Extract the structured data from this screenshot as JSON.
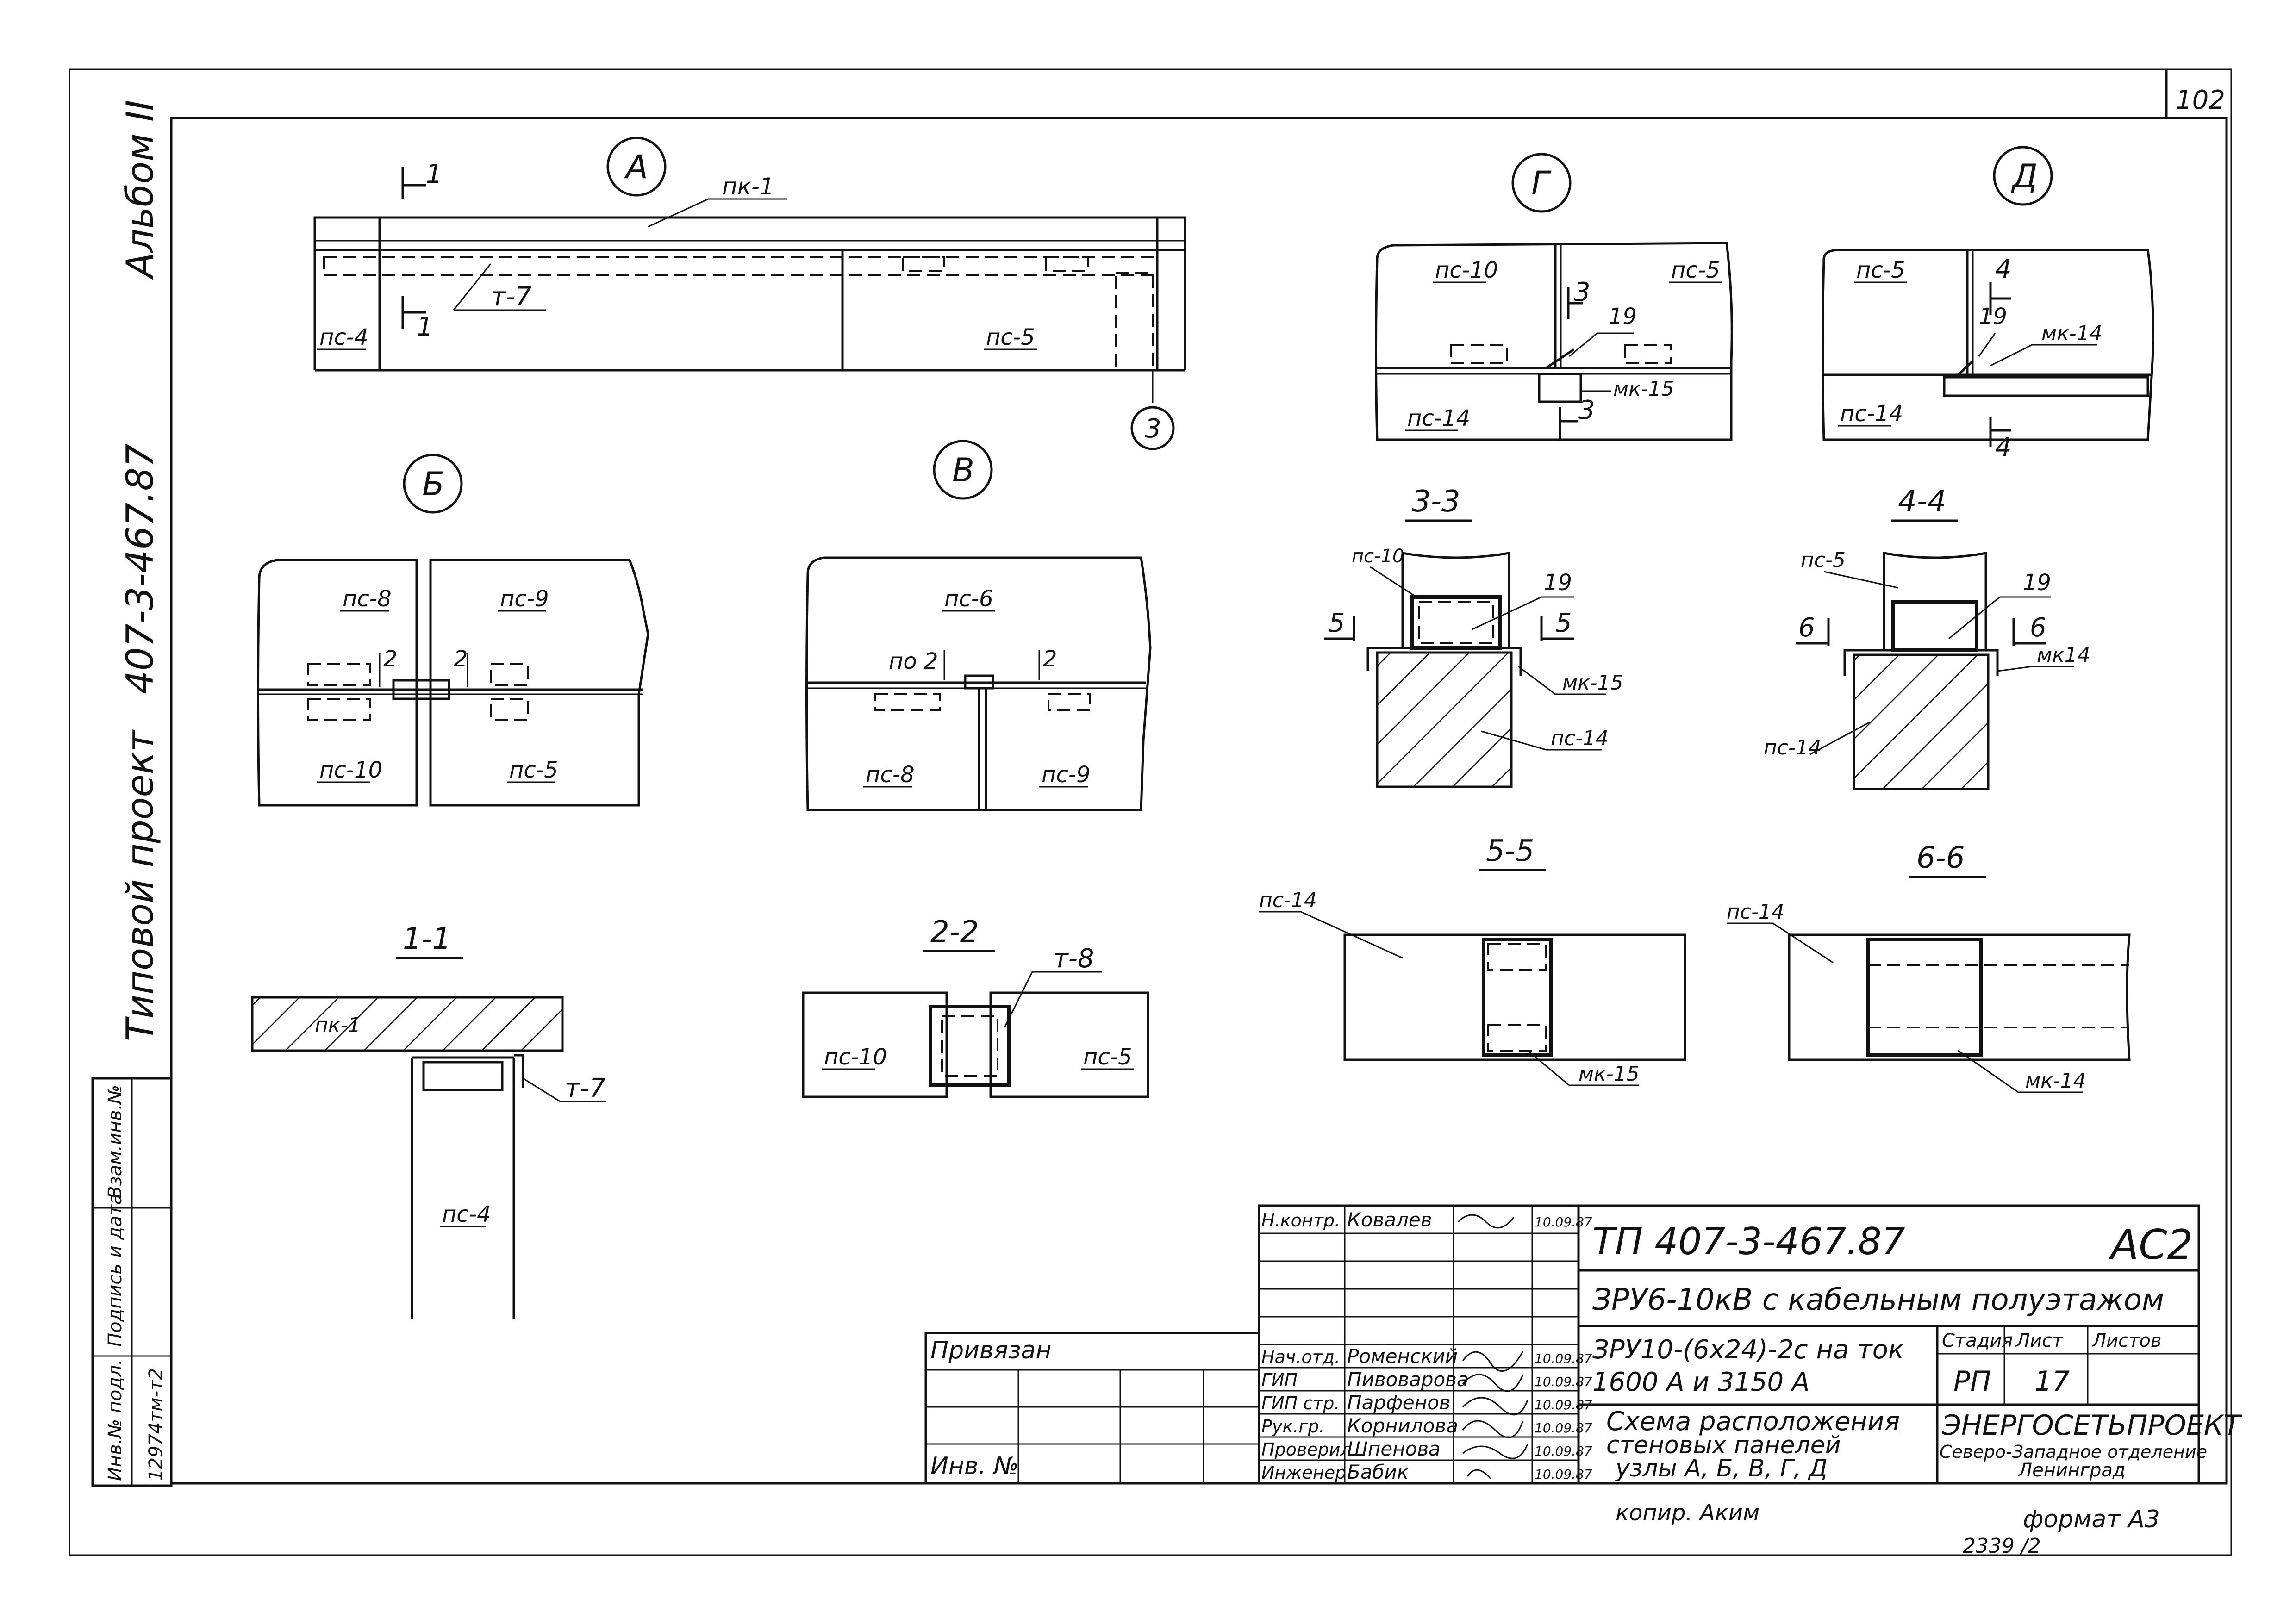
{
  "sheet_number": "102",
  "side_strip": {
    "album": "Альбом II",
    "project_code": "407-3-467.87",
    "project_type": "Типовой проект",
    "labels": [
      "Инв.№ подл.",
      "Подпись и дата",
      "Взам.инв.№"
    ],
    "inventory_value": "12974тм-т2"
  },
  "nodes": {
    "A": {
      "mark": "А",
      "pk": "пк-1",
      "t": "т-7",
      "left": "пс-4",
      "right": "пс-5",
      "cut1_top": "1",
      "cut1_bot": "1",
      "callout": "3"
    },
    "B": {
      "mark": "Б",
      "tl": "пс-8",
      "tr": "пс-9",
      "bl": "пс-10",
      "br": "пс-5",
      "c1": "2",
      "c2": "2"
    },
    "V": {
      "mark": "В",
      "top": "пс-6",
      "bl": "пс-8",
      "br": "пс-9",
      "c1": "по 2",
      "c2": "2"
    },
    "G": {
      "mark": "Г",
      "tl": "пс-10",
      "tr": "пс-5",
      "bl": "пс-14",
      "mk": "мк-15",
      "p": "19",
      "s1": "3",
      "s2": "3"
    },
    "D": {
      "mark": "Д",
      "tl": "пс-5",
      "bl": "пс-14",
      "mk": "мк-14",
      "p": "19",
      "s1": "4",
      "s2": "4"
    }
  },
  "sections": {
    "s11": {
      "title": "1-1",
      "pk": "пк-1",
      "t": "т-7",
      "ps": "пс-4"
    },
    "s22": {
      "title": "2-2",
      "left": "пс-10",
      "right": "пс-5",
      "t": "т-8"
    },
    "s33": {
      "title": "3-3",
      "top": "пс-10",
      "p": "19",
      "mk": "мк-15",
      "bottom": "пс-14",
      "cut": "5",
      "cut2": "5"
    },
    "s44": {
      "title": "4-4",
      "top": "пс-5",
      "p": "19",
      "mk": "мк14",
      "bottom": "пс-14",
      "cut": "6",
      "cut2": "6"
    },
    "s55": {
      "title": "5-5",
      "ps": "пс-14",
      "mk": "мк-15"
    },
    "s66": {
      "title": "6-6",
      "ps": "пс-14",
      "mk": "мк-14"
    }
  },
  "title_block": {
    "doc_code": "ТП     407-3-467.87",
    "sheet_code": "АС2",
    "object": "ЗРУ6-10кВ   с кабельным  полуэтажом",
    "equipment_1": "ЗРУ10-(6x24)-2с на ток",
    "equipment_2": "1600 А   и  3150 А",
    "drawing_title_1": "Схема   расположения",
    "drawing_title_2": "стеновых  панелей",
    "drawing_title_3": "узлы А, Б, В, Г, Д",
    "stage_label": "Стадия",
    "sheet_label": "Лист",
    "sheets_label": "Листов",
    "stage": "РП",
    "sheet": "17",
    "org_1": "ЭНЕРГОСЕТЬПРОЕКТ",
    "org_2": "Северо-Западное отделение",
    "org_3": "Ленинград",
    "privyazan": "Привязан",
    "inv_no": "Инв. №",
    "roles": [
      "Н.контр.",
      "Нач.отд.",
      "ГИП",
      "ГИП стр.",
      "Рук.гр.",
      "Проверил",
      "Инженер"
    ],
    "names": [
      "Ковалев",
      "Роменский",
      "Пивоварова",
      "Парфенов",
      "Корнилова",
      "Шпенова",
      "Бабик"
    ],
    "dates": [
      "10.09.87",
      "10.09.87",
      "10.09.87",
      "10.09.87",
      "10.09.87",
      "10.09.87",
      "10.09.87"
    ]
  },
  "footer": {
    "copy": "копир. Аким",
    "format": "формат А3",
    "order": "2339 /2"
  }
}
